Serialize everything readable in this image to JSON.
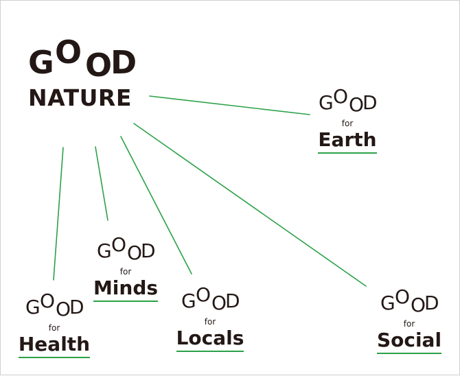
{
  "diagram": {
    "main": {
      "letters": [
        "G",
        "O",
        "O",
        "D"
      ],
      "subtitle": "NATURE"
    },
    "nodes": [
      {
        "id": "earth",
        "letters": [
          "G",
          "O",
          "O",
          "D"
        ],
        "connector": "for",
        "word": "Earth"
      },
      {
        "id": "minds",
        "letters": [
          "G",
          "O",
          "O",
          "D"
        ],
        "connector": "for",
        "word": "Minds"
      },
      {
        "id": "health",
        "letters": [
          "G",
          "O",
          "O",
          "D"
        ],
        "connector": "for",
        "word": "Health"
      },
      {
        "id": "locals",
        "letters": [
          "G",
          "O",
          "O",
          "D"
        ],
        "connector": "for",
        "word": "Locals"
      },
      {
        "id": "social",
        "letters": [
          "G",
          "O",
          "O",
          "D"
        ],
        "connector": "for",
        "word": "Social"
      }
    ],
    "colors": {
      "line": "#2aa146",
      "text": "#231815",
      "border": "#cfcfcf"
    }
  }
}
